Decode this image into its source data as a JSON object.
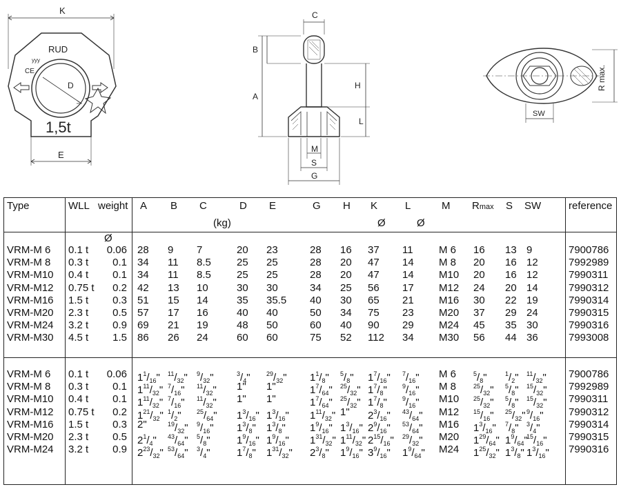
{
  "headers": {
    "type": "Type",
    "wll": "WLL",
    "weight": "weight",
    "cols": [
      "A",
      "B",
      "C",
      "D",
      "E",
      "G",
      "H",
      "K",
      "L",
      "M"
    ],
    "rmax_r": "R",
    "rmax_sub": "max",
    "s": "S",
    "sw": "SW",
    "reference": "reference",
    "kg": "(kg)",
    "dia_k": "Ø",
    "dia_l": "Ø",
    "dia_weight": "Ø"
  },
  "drawing_labels": {
    "k": "K",
    "e": "E",
    "d": "D",
    "rud": "RUD",
    "load": "1,5t",
    "c": "C",
    "b": "B",
    "a": "A",
    "h": "H",
    "l": "L",
    "m": "M",
    "s": "S",
    "g": "G",
    "rmax": "R max.",
    "sw": "SW",
    "ce": "CE",
    "yyy": "yyy"
  },
  "metric_rows": [
    {
      "type": "VRM-M 6",
      "wll": "0.1 t",
      "weight": "0.06",
      "A": "28",
      "B": "9",
      "C": "7",
      "D": "20",
      "E": "23",
      "G": "28",
      "H": "16",
      "K": "37",
      "L": "11",
      "M": "M 6",
      "R": "16",
      "S": "13",
      "SW": "9",
      "ref": "7900786"
    },
    {
      "type": "VRM-M 8",
      "wll": "0.3 t",
      "weight": "0.1",
      "A": "34",
      "B": "11",
      "C": "8.5",
      "D": "25",
      "E": "25",
      "G": "28",
      "H": "20",
      "K": "47",
      "L": "14",
      "M": "M 8",
      "R": "20",
      "S": "16",
      "SW": "12",
      "ref": "7992989"
    },
    {
      "type": "VRM-M10",
      "wll": "0.4 t",
      "weight": "0.1",
      "A": "34",
      "B": "11",
      "C": "8.5",
      "D": "25",
      "E": "25",
      "G": "28",
      "H": "20",
      "K": "47",
      "L": "14",
      "M": "M10",
      "R": "20",
      "S": "16",
      "SW": "12",
      "ref": "7990311"
    },
    {
      "type": "VRM-M12",
      "wll": "0.75 t",
      "weight": "0.2",
      "A": "42",
      "B": "13",
      "C": "10",
      "D": "30",
      "E": "30",
      "G": "34",
      "H": "25",
      "K": "56",
      "L": "17",
      "M": "M12",
      "R": "24",
      "S": "20",
      "SW": "14",
      "ref": "7990312"
    },
    {
      "type": "VRM-M16",
      "wll": "1.5 t",
      "weight": "0.3",
      "A": "51",
      "B": "15",
      "C": "14",
      "D": "35",
      "E": "35.5",
      "G": "40",
      "H": "30",
      "K": "65",
      "L": "21",
      "M": "M16",
      "R": "30",
      "S": "22",
      "SW": "19",
      "ref": "7990314"
    },
    {
      "type": "VRM-M20",
      "wll": "2.3 t",
      "weight": "0.5",
      "A": "57",
      "B": "17",
      "C": "16",
      "D": "40",
      "E": "40",
      "G": "50",
      "H": "34",
      "K": "75",
      "L": "23",
      "M": "M20",
      "R": "37",
      "S": "29",
      "SW": "24",
      "ref": "7990315"
    },
    {
      "type": "VRM-M24",
      "wll": "3.2 t",
      "weight": "0.9",
      "A": "69",
      "B": "21",
      "C": "19",
      "D": "48",
      "E": "50",
      "G": "60",
      "H": "40",
      "K": "90",
      "L": "29",
      "M": "M24",
      "R": "45",
      "S": "35",
      "SW": "30",
      "ref": "7990316"
    },
    {
      "type": "VRM-M30",
      "wll": "4.5 t",
      "weight": "1.5",
      "A": "86",
      "B": "26",
      "C": "24",
      "D": "60",
      "E": "60",
      "G": "75",
      "H": "52",
      "K": "112",
      "L": "34",
      "M": "M30",
      "R": "56",
      "S": "44",
      "SW": "36",
      "ref": "7993008"
    }
  ],
  "imperial_rows": [
    {
      "type": "VRM-M 6",
      "wll": "0.1 t",
      "weight": "0.06",
      "A": "1 1/16",
      "B": "11/32",
      "C": "9/32",
      "D": "3/4",
      "E": "29/32",
      "G": "1 1/8",
      "H": "5/8",
      "K": "1 7/16",
      "L": "7/16",
      "M": "M 6",
      "R": "5/8",
      "S": "1/2",
      "SW": "11/32",
      "ref": "7900786"
    },
    {
      "type": "VRM-M 8",
      "wll": "0.3 t",
      "weight": "0.1",
      "A": "1 11/32",
      "B": "7/16",
      "C": "11/32",
      "D": "1",
      "E": "1",
      "G": "1 7/64",
      "H": "25/32",
      "K": "1 7/8",
      "L": "9/16",
      "M": "M 8",
      "R": "25/32",
      "S": "5/8",
      "SW": "15/32",
      "ref": "7992989"
    },
    {
      "type": "VRM-M10",
      "wll": "0.4 t",
      "weight": "0.1",
      "A": "1 11/32",
      "B": "7/16",
      "C": "11/32",
      "D": "1",
      "E": "1",
      "G": "1 7/64",
      "H": "25/32",
      "K": "1 7/8",
      "L": "9/16",
      "M": "M10",
      "R": "25/32",
      "S": "5/8",
      "SW": "15/32",
      "ref": "7990311"
    },
    {
      "type": "VRM-M12",
      "wll": "0.75 t",
      "weight": "0.2",
      "A": "1 21/32",
      "B": "1/2",
      "C": "25/64",
      "D": "1 3/16",
      "E": "1 3/16",
      "G": "1 11/32",
      "H": "1",
      "K": "2 3/16",
      "L": "43/64",
      "M": "M12",
      "R": "15/16",
      "S": "25/32",
      "SW": "9/16",
      "ref": "7990312"
    },
    {
      "type": "VRM-M16",
      "wll": "1.5 t",
      "weight": "0.3",
      "A": "2",
      "B": "19/32",
      "C": "9/16",
      "D": "1 3/8",
      "E": "1 3/8",
      "G": "1 9/16",
      "H": "1 3/16",
      "K": "2 9/16",
      "L": "53/64",
      "M": "M16",
      "R": "1 3/16",
      "S": "7/8",
      "SW": "3/4",
      "ref": "7990314"
    },
    {
      "type": "VRM-M20",
      "wll": "2.3 t",
      "weight": "0.5",
      "A": "2 1/4",
      "B": "43/64",
      "C": "5/8",
      "D": "1 9/16",
      "E": "1 9/16",
      "G": "1 31/32",
      "H": "1 11/32",
      "K": "2 15/16",
      "L": "29/32",
      "M": "M20",
      "R": "1 29/64",
      "S": "1 9/64",
      "SW": "15/16",
      "ref": "7990315"
    },
    {
      "type": "VRM-M24",
      "wll": "3.2 t",
      "weight": "0.9",
      "A": "2 23/32",
      "B": "53/64",
      "C": "3/4",
      "D": "1 7/8",
      "E": "1 31/32",
      "G": "2 3/8",
      "H": "1 9/16",
      "K": "3 9/16",
      "L": "1 9/64",
      "M": "M24",
      "R": "1 25/32",
      "S": "1 3/8",
      "SW": "1 3/16",
      "ref": "7990316"
    }
  ],
  "inch_mark": "\""
}
